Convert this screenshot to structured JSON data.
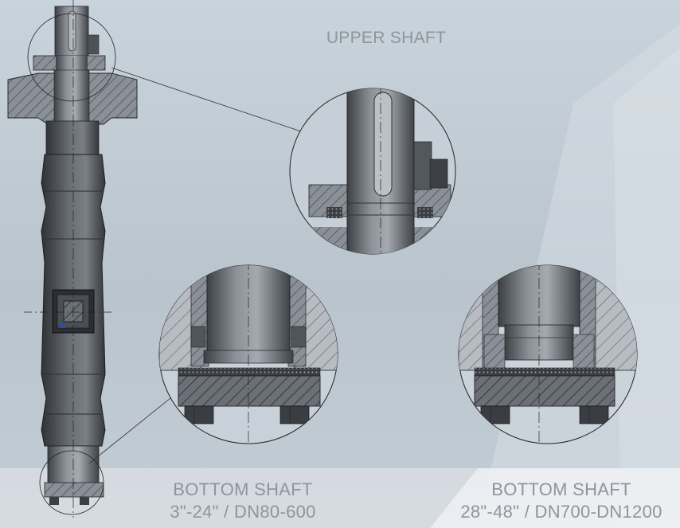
{
  "labels": {
    "upper_shaft": "UPPER SHAFT",
    "bottom_shaft_small": {
      "title": "BOTTOM SHAFT",
      "size_range": "3\"-24\" / DN80-600"
    },
    "bottom_shaft_large": {
      "title": "BOTTOM SHAFT",
      "size_range": "28\"-48\" / DN700-DN1200"
    }
  },
  "colors": {
    "background": "#c9d3db",
    "label_text": "#8e969c",
    "metal_dark": "#4a4e53",
    "metal_light": "#9aa0a6",
    "section_hatch": "#8c9299"
  }
}
